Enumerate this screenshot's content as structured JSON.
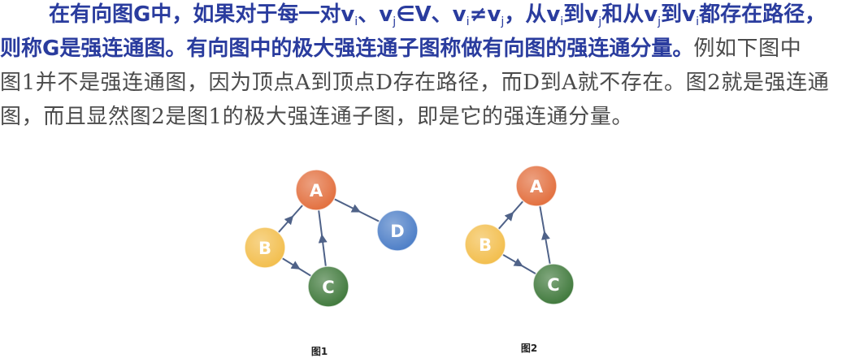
{
  "text": {
    "definition_line1": [
      "在有向图G中，如果对于每一对v",
      "i",
      "、v",
      "j",
      "∈V、v",
      "i",
      "≠v",
      "j",
      "，从v",
      "i",
      "到v",
      "j",
      "和从v",
      "j",
      "到v",
      "i",
      "都存在路径，"
    ],
    "definition_line2": "则称G是强连通图。有向图中的极大强连通子图称做有向图的强连通分量。",
    "example_line2": "例如下图中",
    "example_line3": "图1并不是强连通图，因为顶点A到顶点D存在路径，而D到A就不存在。图2就是强连通",
    "example_line4": "图，而且显然图2是图1的极大强连通子图，即是它的强连通分量。"
  },
  "colors": {
    "definition": "#2a3c9e",
    "example": "#4b4b4b",
    "edge": "#4f6288"
  },
  "figures": [
    {
      "caption": "图1",
      "nodes": [
        {
          "label": "A",
          "color": "#e26d3b"
        },
        {
          "label": "B",
          "color": "#f2bd4a"
        },
        {
          "label": "C",
          "color": "#3d7739"
        },
        {
          "label": "D",
          "color": "#4a7cc6"
        }
      ],
      "edges": [
        [
          1,
          0
        ],
        [
          0,
          3
        ],
        [
          2,
          0
        ],
        [
          1,
          2
        ]
      ]
    },
    {
      "caption": "图2",
      "nodes": [
        {
          "label": "A",
          "color": "#e26d3b"
        },
        {
          "label": "B",
          "color": "#f2bd4a"
        },
        {
          "label": "C",
          "color": "#3d7739"
        }
      ],
      "edges": [
        [
          1,
          0
        ],
        [
          2,
          0
        ],
        [
          1,
          2
        ]
      ]
    }
  ]
}
